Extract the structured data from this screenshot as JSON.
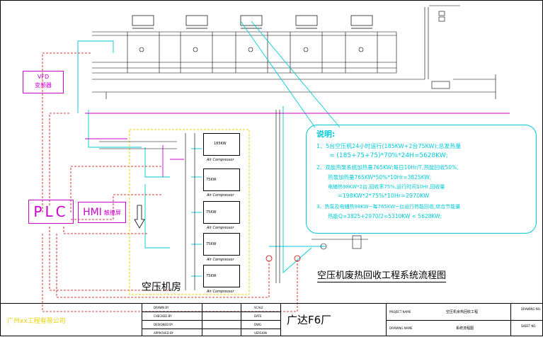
{
  "left_boxes": {
    "vfd_line1": "VFD",
    "vfd_line2": "变频器",
    "plc": "PLC",
    "hmi": "HMI",
    "hmi_sub": "触摸屏"
  },
  "compressors": [
    {
      "kw": "185KW",
      "label": "Air Compressor"
    },
    {
      "kw": "75KW",
      "label": "Air Compressor"
    },
    {
      "kw": "75KW",
      "label": "Air Compressor"
    },
    {
      "kw": "75KW",
      "label": "Air Compressor"
    },
    {
      "kw": "75KW",
      "label": "Air Compressor"
    }
  ],
  "room_label": "空压机房",
  "notes": {
    "title": "说明:",
    "l1": "1、5台空压机24小时运行(185KW+2台75KW);总发热量",
    "l2": "= (185+75+75)*70%*24H=5628KW;",
    "l3": "2、双能热泵系统加热量765KW;每日10Hr/T,热能回收50%,",
    "l4": "热泵加热量765KW*50%*10Hr=3825KW;",
    "l5": "电辅热98KW*2台,回收率75%,运行时间10Hr,回收量",
    "l6": "=198KW*2*75%*10Hr=2970KW",
    "l7": "3、热泵及电辅热98KW~每765KW~台运行热能回收,综合节能量",
    "l8": "热能Q=3825+2970/2=5310KW < 5628KW;"
  },
  "diagram_title": "空压机废热回收工程系统流程图",
  "title_block": {
    "company": "广州xx工程有限公司",
    "drawn_by": "DRAWN BY",
    "checked_by": "CHECKED BY",
    "designed_by": "DESIGNED BY",
    "approved_by": "APPROVED BY",
    "scale": "SCALE",
    "date": "DATE",
    "dwg": "DWG",
    "version": "VERSION",
    "project_name_label": "PROJECT NAME",
    "project_name": "空压机余热回收工程",
    "drawing_name_label": "DRAWING NAME",
    "drawing_name": "系统流程图",
    "drawing_no_label": "DRAWING NO.",
    "sheet_no_label": "SHEET NO.",
    "factory": "广达F6厂"
  },
  "colors": {
    "cyan": "#00c8d8",
    "magenta": "#cc00cc",
    "red": "#cc0000",
    "yellow": "#e8d000"
  }
}
